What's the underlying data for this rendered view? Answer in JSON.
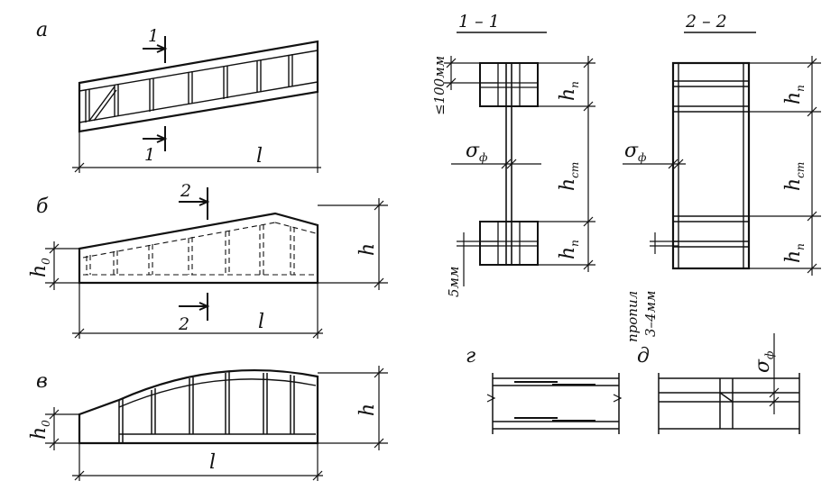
{
  "colors": {
    "ink": "#111111",
    "paper": "#ffffff"
  },
  "panels": {
    "a": {
      "label": "а",
      "span": "l",
      "section_mark": "1"
    },
    "b": {
      "label": "б",
      "span": "l",
      "section_mark": "2",
      "end_height": "h",
      "start_height": "h",
      "start_height_sub": "0"
    },
    "v": {
      "label": "в",
      "span": "l",
      "end_height": "h",
      "start_height": "h",
      "start_height_sub": "0"
    },
    "g": {
      "label": "г"
    },
    "d": {
      "label": "д",
      "thickness": "σ",
      "thickness_sub": "ф"
    }
  },
  "sections": {
    "s11": {
      "title": "1 – 1",
      "flange": "h",
      "flange_sub": "п",
      "web": "h",
      "web_sub": "ст",
      "thickness": "σ",
      "thickness_sub": "ф",
      "top_note": "≤100мм",
      "bottom_note": "5мм"
    },
    "s22": {
      "title": "2 – 2",
      "flange": "h",
      "flange_sub": "п",
      "web": "h",
      "web_sub": "ст",
      "thickness": "σ",
      "thickness_sub": "ф",
      "note_line1": "пропил",
      "note_line2": "3–4мм"
    }
  }
}
